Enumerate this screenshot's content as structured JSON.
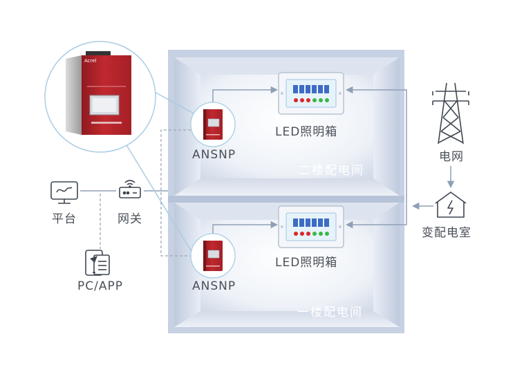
{
  "floors": [
    {
      "name": "二楼配电间",
      "panel_label": "LED照明箱",
      "device_label": "ANSNP"
    },
    {
      "name": "一楼配电间",
      "panel_label": "LED照明箱",
      "device_label": "ANSNP"
    }
  ],
  "grid": {
    "label": "电网"
  },
  "substation": {
    "label": "变配电室"
  },
  "platform": {
    "label": "平台"
  },
  "gateway": {
    "label": "网关"
  },
  "client": {
    "label": "PC/APP"
  },
  "device_brand": "Acrel",
  "colors": {
    "device_red": "#b5242c",
    "line_blue_gray": "#8f9fb6",
    "room_shade": "#c9d3e4",
    "panel_indicator_red": "#d9262b",
    "panel_indicator_green": "#3bb54a",
    "breaker_blue": "#3d6cc4"
  },
  "icons": {
    "grid": "power-tower-icon",
    "substation": "substation-house-icon",
    "platform": "monitor-icon",
    "gateway": "router-icon",
    "client": "mobile-tablet-icon"
  }
}
